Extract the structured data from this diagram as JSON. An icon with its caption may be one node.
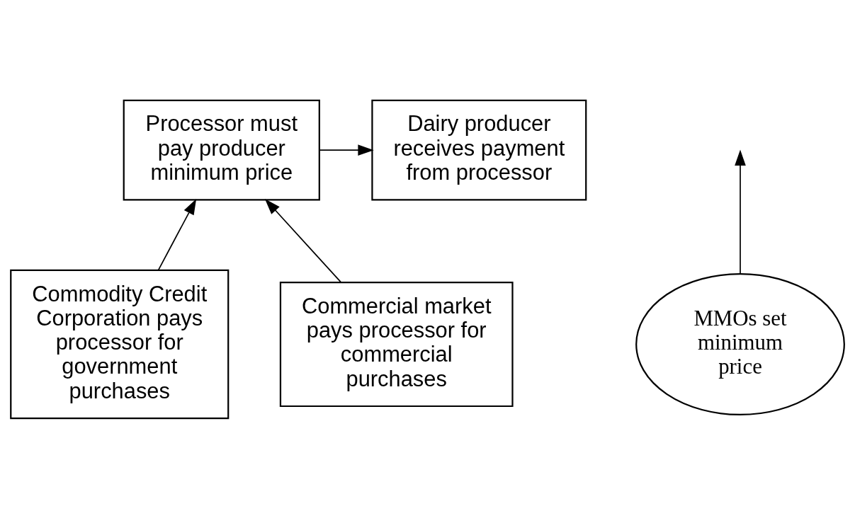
{
  "diagram": {
    "nodes": [
      {
        "text": [
          "Dairy producer receives payment from processor"
        ]
      },
      {
        "text": [
          "MMOs set minimum price"
        ]
      },
      {
        "text": [
          "Processor must pay producer minimum price"
        ]
      },
      {
        "text": [
          "Commodity Credit Corporation pays processor for government purchases"
        ]
      },
      {
        "text": [
          "Commercial market pays processor for commercial purchases"
        ]
      }
    ],
    "edges": [
      {
        "from": 2,
        "to": 0,
        "arrow": "to"
      },
      {
        "from": 1,
        "to": null,
        "arrow": "to"
      },
      {
        "from": 3,
        "to": 2,
        "arrow": "to"
      },
      {
        "from": 4,
        "to": 2,
        "arrow": "to"
      }
    ]
  }
}
